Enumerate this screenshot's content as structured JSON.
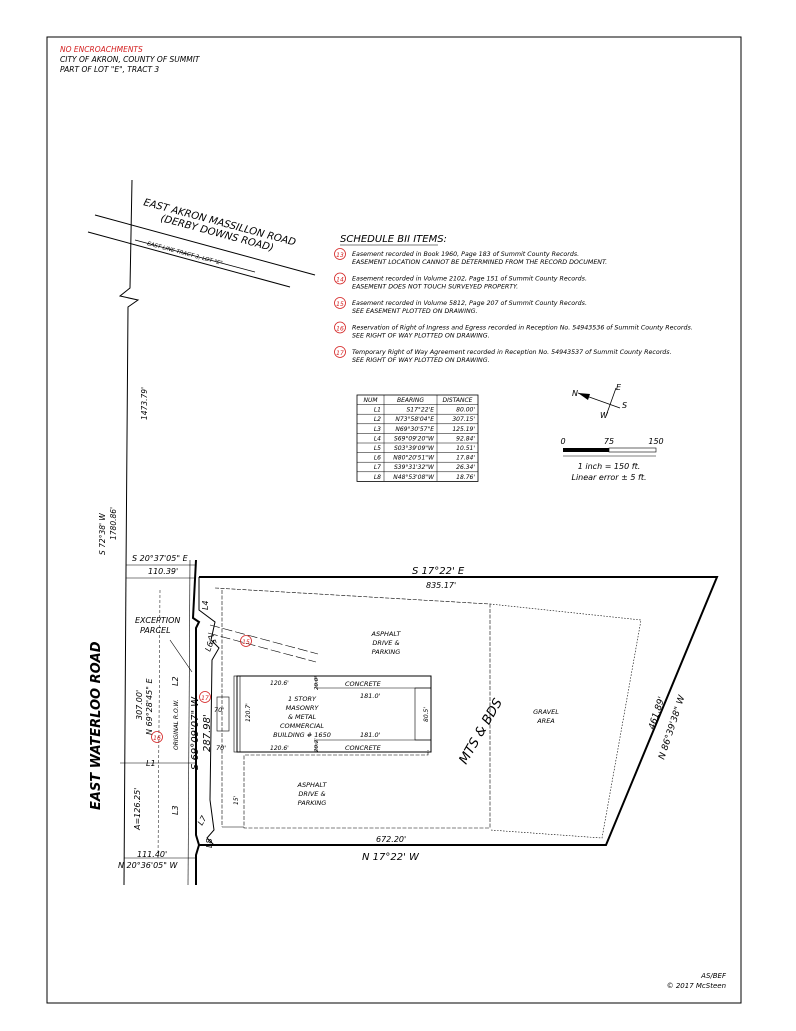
{
  "header": {
    "line1": "NO ENCROACHMENTS",
    "line2": "CITY OF AKRON, COUNTY OF SUMMIT",
    "line3": "PART OF LOT \"E\", TRACT 3"
  },
  "roads": {
    "massillon_1": "EAST AKRON MASSILLON ROAD",
    "massillon_2": "(DERBY DOWNS ROAD)",
    "east_line": "EAST LINE TRACT 3, LOT \"E\"",
    "waterloo": "EAST WATERLOO ROAD"
  },
  "left_dims": {
    "d1473": "1473.79'",
    "s72": "S 72°38' W",
    "d1780": "1780.86'",
    "s20_top": "S 20°37'05\" E",
    "d110": "110.39'",
    "exception_1": "EXCEPTION",
    "exception_2": "PARCEL",
    "d307": "307.00'",
    "n69": "N 69°28'45\" E",
    "orig_row": "ORIGINAL R.O.W.",
    "arc": "A=126.25'",
    "d111": "111.40'",
    "n20_bot": "N 20°36'05\" W"
  },
  "boundary": {
    "top_bearing": "S 17°22' E",
    "top_dist": "835.17'",
    "right_dist": "461.89'",
    "right_bearing": "N 86°39'38\" W",
    "bottom_dist": "672.20'",
    "bottom_bearing": "N 17°22' W",
    "west_bearing": "S 69°09'07\" W",
    "west_dist": "287.98'"
  },
  "line_labels": [
    "L1",
    "L2",
    "L3",
    "L4",
    "L5",
    "L6",
    "L7",
    "L8"
  ],
  "site": {
    "asphalt_top_1": "ASPHALT",
    "asphalt_top_2": "DRIVE &",
    "asphalt_top_3": "PARKING",
    "asphalt_bot_1": "ASPHALT",
    "asphalt_bot_2": "DRIVE &",
    "asphalt_bot_3": "PARKING",
    "building_1": "1 STORY",
    "building_2": "MASONRY",
    "building_3": "& METAL",
    "building_4": "COMMERCIAL",
    "building_5": "BUILDING # 1650",
    "concrete_top": "CONCRETE",
    "concrete_bot": "CONCRETE",
    "d181_top": "181.0'",
    "d181_bot": "181.0'",
    "d120_top": "120.6'",
    "d120_bot": "120.6'",
    "d20_top": "20.0'",
    "d20_bot": "20.2'",
    "d120_7": "120.7'",
    "d80_5": "80.5'",
    "d70_top": "70'",
    "d70_bot": "70'",
    "d15": "15'",
    "gravel_1": "GRAVEL",
    "gravel_2": "AREA",
    "mts": "MTS & BDS"
  },
  "schedule": {
    "title": "SCHEDULE BII ITEMS:",
    "items": [
      {
        "num": "13",
        "line1": "Easement recorded in Book 1960, Page 183 of Summit County Records.",
        "line2": "EASEMENT LOCATION CANNOT BE DETERMINED FROM THE RECORD DOCUMENT."
      },
      {
        "num": "14",
        "line1": "Easement recorded in Volume 2102, Page 151 of Summit County Records.",
        "line2": "EASEMENT DOES NOT TOUCH SURVEYED PROPERTY."
      },
      {
        "num": "15",
        "line1": "Easement recorded in Volume 5812, Page 207 of Summit County Records.",
        "line2": "SEE EASEMENT PLOTTED ON DRAWING."
      },
      {
        "num": "16",
        "line1": "Reservation of Right of Ingress and Egress recorded in Reception No. 54943536 of Summit County Records.",
        "line2": "SEE RIGHT OF WAY PLOTTED ON DRAWING."
      },
      {
        "num": "17",
        "line1": "Temporary Right of Way Agreement recorded in Reception No. 54943537 of Summit County Records.",
        "line2": "SEE RIGHT OF WAY PLOTTED ON DRAWING."
      }
    ]
  },
  "line_table": {
    "headers": [
      "NUM",
      "BEARING",
      "DISTANCE"
    ],
    "rows": [
      [
        "L1",
        "S17°22'E",
        "80.00'"
      ],
      [
        "L2",
        "N73°58'04\"E",
        "307.15'"
      ],
      [
        "L3",
        "N69°30'57\"E",
        "125.19'"
      ],
      [
        "L4",
        "S69°09'20\"W",
        "92.84'"
      ],
      [
        "L5",
        "S03°39'09\"W",
        "10.51'"
      ],
      [
        "L6",
        "N80°20'51\"W",
        "17.84'"
      ],
      [
        "L7",
        "S39°31'32\"W",
        "26.34'"
      ],
      [
        "L8",
        "N48°53'08\"W",
        "18.76'"
      ]
    ]
  },
  "compass": {
    "n": "N",
    "e": "E",
    "s": "S",
    "w": "W"
  },
  "scale": {
    "ticks": [
      "0",
      "75",
      "150"
    ],
    "inch": "1 inch = 150 ft.",
    "error": "Linear error ±  5 ft."
  },
  "callouts": {
    "c15": "15",
    "c16": "16",
    "c17": "17"
  },
  "footer": {
    "initials": "AS/BEF",
    "copyright": "© 2017 McSteen"
  },
  "colors": {
    "red": "#d42020",
    "ink": "#000000"
  }
}
